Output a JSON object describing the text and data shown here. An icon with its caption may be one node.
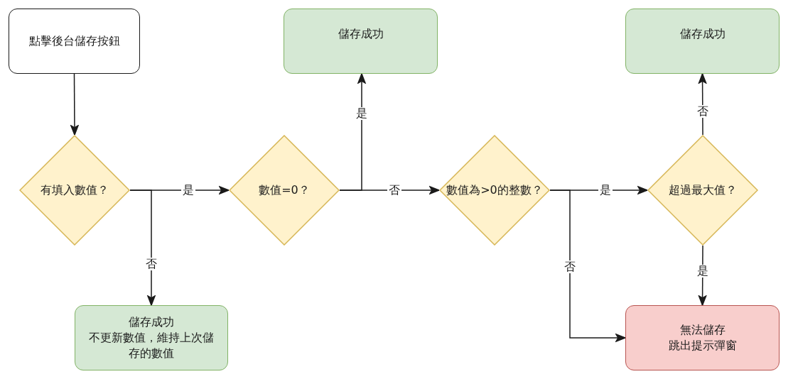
{
  "diagram": {
    "nodes": [
      {
        "text": [
          "點擊後台儲存按鈕"
        ]
      },
      {
        "text": [
          "有填入數值？"
        ]
      },
      {
        "text": [
          "數值=0？"
        ]
      },
      {
        "text": [
          "儲存成功"
        ]
      },
      {
        "text": [
          "數值為>0的整數？"
        ]
      },
      {
        "text": [
          "儲存成功"
        ]
      },
      {
        "text": [
          "超過最大值？"
        ]
      },
      {
        "text": [
          "儲存成功",
          "不更新數值，維持上次儲存的數值"
        ]
      },
      {
        "text": [
          "無法儲存",
          "跳出提示彈窗"
        ]
      }
    ],
    "edges": [
      {
        "from": 0,
        "to": 1,
        "arrow": "to"
      },
      {
        "from": 1,
        "to": 2,
        "arrow": "to",
        "label": "是"
      },
      {
        "from": 1,
        "to": 7,
        "arrow": "to",
        "label": "否"
      },
      {
        "from": 2,
        "to": 3,
        "arrow": "to",
        "label": "是"
      },
      {
        "from": 2,
        "to": 4,
        "arrow": "to",
        "label": "否"
      },
      {
        "from": 4,
        "to": 6,
        "arrow": "to",
        "label": "是"
      },
      {
        "from": 4,
        "to": 8,
        "arrow": "to",
        "label": "否"
      },
      {
        "from": 6,
        "to": 5,
        "arrow": "to",
        "label": "否"
      },
      {
        "from": 6,
        "to": 8,
        "arrow": "to",
        "label": "是"
      }
    ]
  }
}
